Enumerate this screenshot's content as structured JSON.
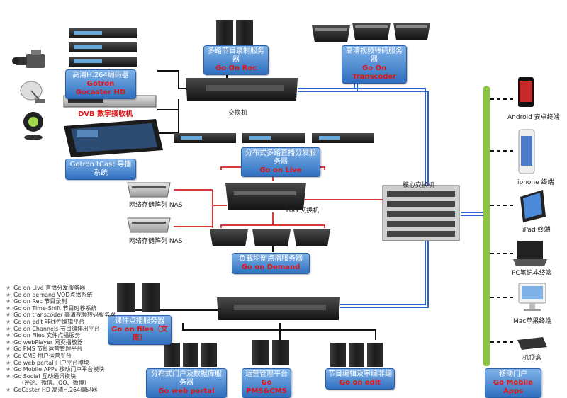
{
  "labels": {
    "encoder_main": "高清H.264编码器",
    "encoder_sub": "Gotron Gocaster HD",
    "dvb": "DVB 数字接收机",
    "tcast": "Gotron tCast 导播系统",
    "rec_main": "多路节目录制服务器",
    "rec_sub": "Go On Rec",
    "transcoder_main": "高清视频转码服务器",
    "transcoder_sub": "Go On Transcoder",
    "switch": "交换机",
    "live_main": "分布式多路直播分发服务器",
    "live_sub": "Go on Live",
    "nas1": "网络存储阵列 NAS",
    "nas2": "网络存储阵列 NAS",
    "switch10g": "10G 交换机",
    "core_switch": "核心交换机",
    "demand_main": "负载均衡点播服务器",
    "demand_sub": "Go on Demand",
    "files_main": "课件点播服务器",
    "files_sub": "Go on files（文库）",
    "portal_main": "分布式门户及数据库服务器",
    "portal_sub": "Go web portal",
    "pms_main": "运营管理平台",
    "pms_sub": "Go PMS&CMS",
    "edit_main": "节目编辑及审编非编",
    "edit_sub": "Go on edit",
    "mobile_main": "移动门户",
    "mobile_sub": "Go Mobile Apps"
  },
  "terminals": [
    "Android 安卓终端",
    "iphone 终端",
    "iPad 终端",
    "PC笔记本终端",
    "Mac苹果终端",
    "机顶盒"
  ],
  "legend": [
    "Go on Live 直播分发服务器",
    "Go on demand  VOD点播系统",
    "Go on Rec 节目录制",
    "Go on Time-Shift 节目时移系统",
    "Go on transcoder 高清视频转码服务器",
    "Go on edit  非线性编辑平台",
    "Go on Channels  节目编排出平台",
    "Go on Files 文件点播服务",
    "Go webPlayer  网页播放器",
    "Go PMS   节目运营管理平台",
    "Go CMS   用户运营平台",
    "Go web portal   门户平台模块",
    "Go Mobile APPs  移动门户平台模块",
    "Go Social  互动通讯模块",
    "（评论、微信、QQ、微博）",
    "GoCaster HD 高清H.264编码器"
  ],
  "colors": {
    "label_blue": "#2f6fc0",
    "link_blue": "#2b5fd6",
    "link_red": "#d63a3a",
    "mobile_bar": "#8cc63f"
  }
}
